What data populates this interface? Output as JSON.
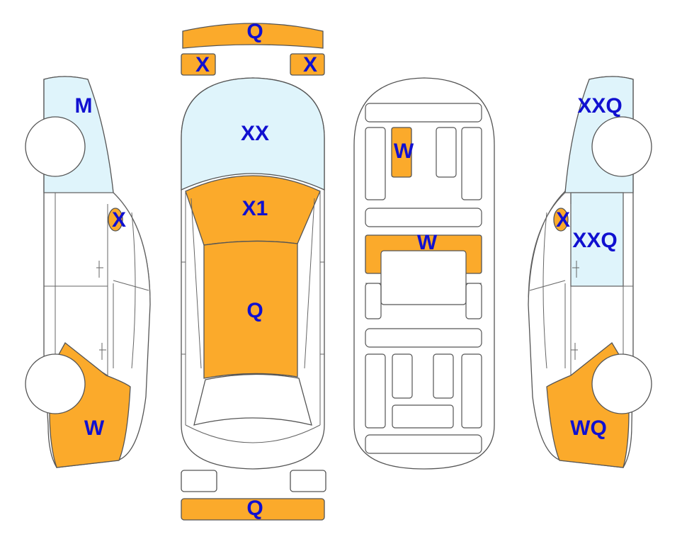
{
  "colors": {
    "damage": "#fbaa2b",
    "glass": "#dff4fb",
    "body": "#ffffff",
    "outline": "#555555",
    "label": "#1010d0"
  },
  "labels": {
    "front_bumper": "Q",
    "front_left_light": "X",
    "front_right_light": "X",
    "windshield": "XX",
    "hood_front": "X1",
    "hood_rear": "Q",
    "rear_bumper": "Q",
    "left_front_glass": "M",
    "left_mirror": "X",
    "left_rear_quarter": "W",
    "floor_seat": "W",
    "floor_crossmember": "W",
    "right_front_glass": "XXQ",
    "right_mirror": "X",
    "right_door_glass": "XXQ",
    "right_rear_quarter": "WQ"
  }
}
